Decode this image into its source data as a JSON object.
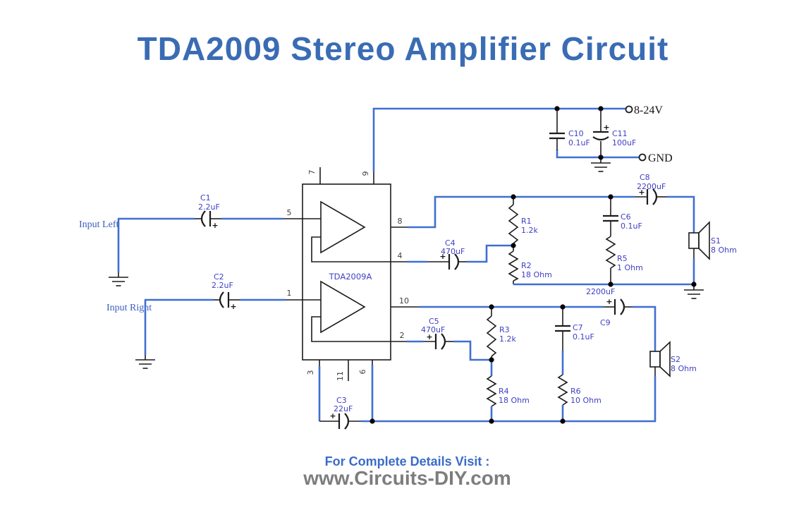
{
  "title": "TDA2009 Stereo Amplifier Circuit",
  "footer": {
    "visit_label": "For Complete Details Visit :",
    "site": "www.Circuits-DIY.com"
  },
  "power": {
    "vcc_label": "8-24V",
    "gnd_label": "GND"
  },
  "inputs": {
    "left": "Input Left",
    "right": "Input Right"
  },
  "ic": {
    "name": "TDA2009A",
    "pins": {
      "p1": "1",
      "p2": "2",
      "p3": "3",
      "p4": "4",
      "p5": "5",
      "p6": "6",
      "p7": "7",
      "p8": "8",
      "p9": "9",
      "p10": "10",
      "p11": "11"
    }
  },
  "components": {
    "c1": {
      "ref": "C1",
      "value": "2.2uF"
    },
    "c2": {
      "ref": "C2",
      "value": "2.2uF"
    },
    "c3": {
      "ref": "C3",
      "value": "22uF"
    },
    "c4": {
      "ref": "C4",
      "value": "470uF"
    },
    "c5": {
      "ref": "C5",
      "value": "470uF"
    },
    "c6": {
      "ref": "C6",
      "value": "0.1uF"
    },
    "c7": {
      "ref": "C7",
      "value": "0.1uF"
    },
    "c8": {
      "ref": "C8",
      "value": "2200uF"
    },
    "c9": {
      "ref": "C9",
      "value": "2200uF"
    },
    "c10": {
      "ref": "C10",
      "value": "0.1uF"
    },
    "c11": {
      "ref": "C11",
      "value": "100uF"
    },
    "r1": {
      "ref": "R1",
      "value": "1.2k"
    },
    "r2": {
      "ref": "R2",
      "value": "18 Ohm"
    },
    "r3": {
      "ref": "R3",
      "value": "1.2k"
    },
    "r4": {
      "ref": "R4",
      "value": "18 Ohm"
    },
    "r5": {
      "ref": "R5",
      "value": "1 Ohm"
    },
    "r6": {
      "ref": "R6",
      "value": "10 Ohm"
    },
    "s1": {
      "ref": "S1",
      "value": "8 Ohm"
    },
    "s2": {
      "ref": "S2",
      "value": "8 Ohm"
    }
  },
  "symbols": {
    "plus": "+"
  },
  "colors": {
    "wire": "#3f6fd1",
    "component_label": "#4040c4",
    "title_blue": "#3a6cb4",
    "footer_gray": "#7d7d7d"
  }
}
